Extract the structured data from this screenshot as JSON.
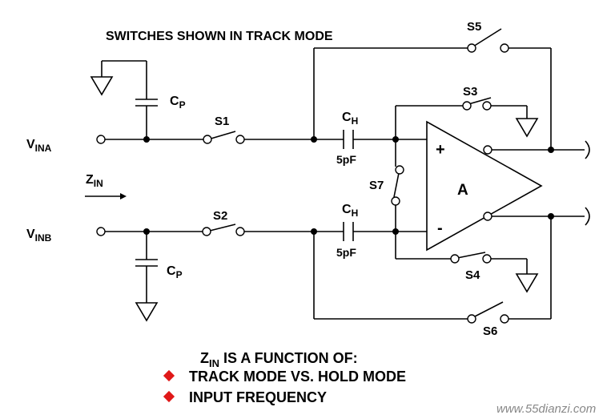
{
  "title": "SWITCHES SHOWN IN TRACK MODE",
  "inputs": {
    "vina": {
      "main": "V",
      "sub": "INA"
    },
    "vinb": {
      "main": "V",
      "sub": "INB"
    }
  },
  "zin_arrow": {
    "main": "Z",
    "sub": "IN"
  },
  "parasitic_cap": {
    "main": "C",
    "sub": "P"
  },
  "hold_cap": {
    "main": "C",
    "sub": "H",
    "value": "5pF"
  },
  "switches": [
    "S1",
    "S2",
    "S3",
    "S4",
    "S5",
    "S6",
    "S7"
  ],
  "amplifier": {
    "label": "A",
    "plus": "+",
    "minus": "-"
  },
  "notes": {
    "heading_main": "Z",
    "heading_sub": "IN",
    "heading_rest": " IS A FUNCTION OF:",
    "items": [
      "TRACK MODE VS. HOLD MODE",
      "INPUT FREQUENCY"
    ],
    "bullet_color": "#e01818"
  },
  "watermark": "www.55dianzi.com"
}
